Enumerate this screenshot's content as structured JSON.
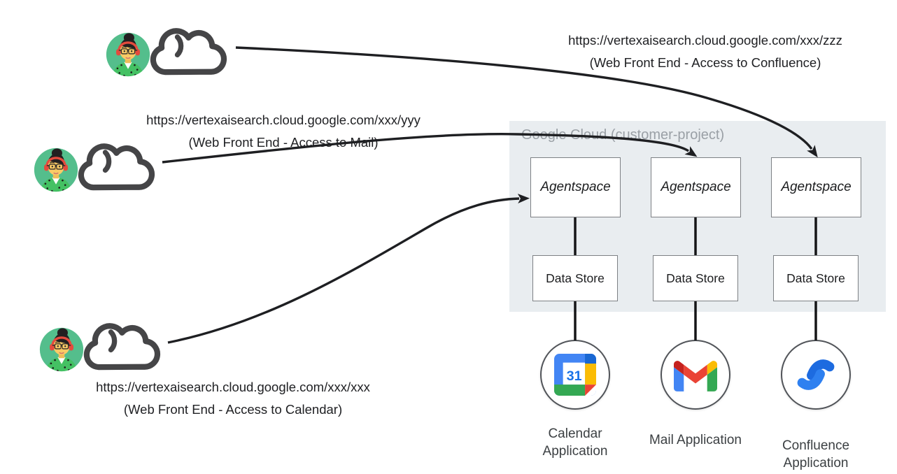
{
  "panel": {
    "label": "Google Cloud (customer-project)"
  },
  "users": [
    {
      "id": "confluence",
      "url": "https://vertexaisearch.cloud.google.com/xxx/zzz",
      "caption": "(Web Front End - Access to Confluence)"
    },
    {
      "id": "mail",
      "url": "https://vertexaisearch.cloud.google.com/xxx/yyy",
      "caption": "(Web Front End - Access to Mail)"
    },
    {
      "id": "calendar",
      "url": "https://vertexaisearch.cloud.google.com/xxx/xxx",
      "caption": "(Web Front End - Access to Calendar)"
    }
  ],
  "columns": [
    {
      "agent_label": "Agentspace",
      "datastore_label": "Data Store",
      "app_label": "Calendar Application",
      "icon": "google-calendar-icon",
      "calendar_day": "31"
    },
    {
      "agent_label": "Agentspace",
      "datastore_label": "Data Store",
      "app_label": "Mail Application",
      "icon": "gmail-icon"
    },
    {
      "agent_label": "Agentspace",
      "datastore_label": "Data Store",
      "app_label": "Confluence Application",
      "icon": "confluence-icon"
    }
  ],
  "colors": {
    "panel_bg": "#e9edf0",
    "panel_label": "#9aa0a6",
    "box_border": "#7d8084",
    "connector": "#1e1f22",
    "avatar_green": "#54BE8C",
    "cloud_outline": "#454547",
    "google_blue": "#4285F4",
    "google_blue_dark": "#1967D2",
    "google_green": "#34A853",
    "google_yellow": "#FBBC04",
    "google_red": "#EA4335",
    "gmail_dark_red": "#C5221F",
    "calendar_number_blue": "#1A73E8",
    "confluence_blue": "#1D6BE0",
    "confluence_blue_light": "#2E80F0"
  }
}
